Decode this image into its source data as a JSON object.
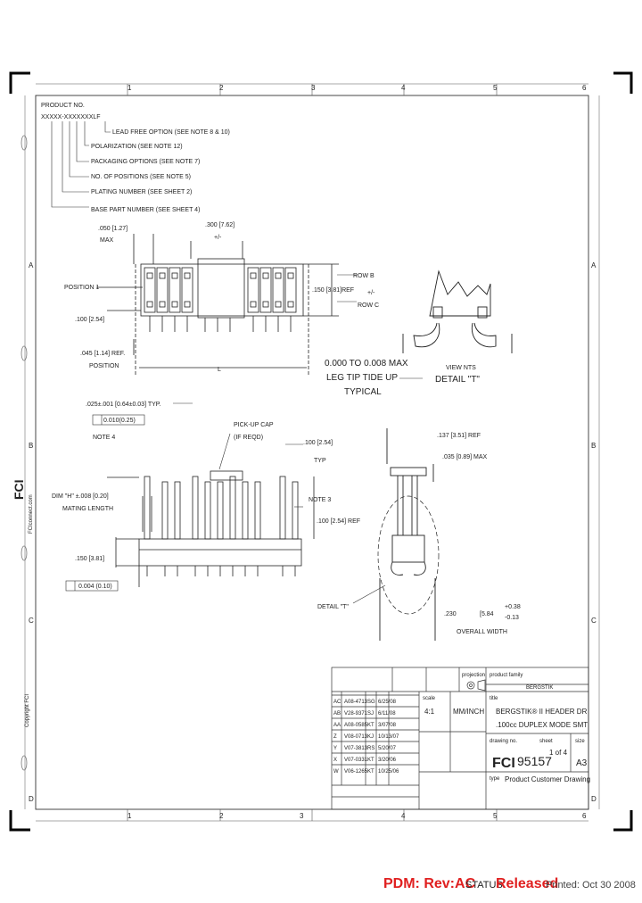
{
  "top_zones": [
    "1",
    "2",
    "3",
    "4",
    "5",
    "6"
  ],
  "side_zones": [
    "A",
    "B",
    "C",
    "D"
  ],
  "product_block": {
    "title": "PRODUCT NO.",
    "code": "XXXXX-XXXXXXXLF",
    "lines": [
      "LEAD FREE OPTION (SEE NOTE 8 & 10)",
      "POLARIZATION (SEE NOTE 12)",
      "PACKAGING OPTIONS (SEE NOTE 7)",
      "NO. OF POSITIONS (SEE NOTE 5)",
      "PLATING NUMBER (SEE SHEET 2)",
      "BASE PART NUMBER (SEE SHEET 4)"
    ]
  },
  "top_view": {
    "dim_050": ".050 [1.27]",
    "dim_max": "MAX",
    "dim_100": ".100 [2.54]",
    "dim_045": ".045 [1.14] REF.",
    "position_1": "POSITION 1",
    "position_last": "POSITION",
    "dim_300": ".300 [7.62]",
    "dim_mid": "+/-",
    "dim_l": "L",
    "row_b": "ROW B",
    "row_c": "ROW C",
    "dim_150": ".150 [3.81]REF",
    "dim_150_tol": "+/-"
  },
  "leg_note": [
    "0.000 TO 0.008 MAX",
    "LEG TIP TIDE UP",
    "TYPICAL"
  ],
  "detail_t": {
    "caption1": "VIEW NTS",
    "caption2": "DETAIL \"T\""
  },
  "tolerance": {
    "dim": ".025±.001 [0.64±0.03] TYP.",
    "fcf": "0.010(0.25)",
    "note": "NOTE 4"
  },
  "side_view": {
    "cap": "PICK-UP CAP",
    "cap2": "(IF REQD)",
    "dim_100typ": ".100 [2.54]",
    "typ": "TYP",
    "note3": "NOTE 3",
    "dim_100ref": ".100 [2.54] REF",
    "dim_mating": "DIM \"H\" ±.008 [0.20]",
    "mating": "MATING LENGTH",
    "dim_150": ".150 [3.81]",
    "flat": "0.004 (0.10)"
  },
  "end_view": {
    "dim_137": ".137 [3.51] REF",
    "dim_035": ".035 [0.89] MAX",
    "dim_230": ".230",
    "dim_230b": "[5.84",
    "tol_top": "+0.38",
    "tol_bot": "-0.13",
    "overall": "OVERALL WIDTH",
    "detail": "DETAIL \"T\""
  },
  "side_marks": {
    "fci_url": "FCIconnect.com",
    "copyright": "Copyright FCI"
  },
  "title_block": {
    "product_family_label": "product family",
    "product_family": "BERGSTIK",
    "title_label": "title",
    "title_line1": "BERGSTIK® II HEADER DR",
    "title_line2": ".100cc DUPLEX MODE SMT",
    "drawing_no_label": "drawing no.",
    "drawing_no": "95157",
    "sheet_label": "sheet",
    "sheet": "1 of 4",
    "size_label": "size",
    "size": "A3",
    "type_label": "type",
    "type": "Product Customer Drawing",
    "projection_label": "projection",
    "scale_label": "scale",
    "scale": "4:1",
    "units": "MM/INCH",
    "rows": [
      [
        "AC",
        "A08-4713",
        "SG",
        "6/25/08"
      ],
      [
        "AB",
        "V28-9371",
        "SJ",
        "6/11/08"
      ],
      [
        "AA",
        "A08-0585",
        "KT",
        "3/07/08"
      ],
      [
        "Z",
        "V08-0713",
        "KJ",
        "10/13/07"
      ],
      [
        "Y",
        "V07-3813",
        "RS",
        "5/20/07"
      ],
      [
        "X",
        "V07-0331",
        "KT",
        "3/20/06"
      ],
      [
        "W",
        "V06-1265",
        "KT",
        "10/25/06"
      ]
    ]
  },
  "bottom_zones": [
    "1",
    "2",
    "3",
    "4",
    "5",
    "6"
  ],
  "footer": {
    "pdm": "PDM: Rev:AC",
    "status_label": "STATUS",
    "status_value": "Released",
    "printed": "Printed: Oct 30 2008"
  }
}
